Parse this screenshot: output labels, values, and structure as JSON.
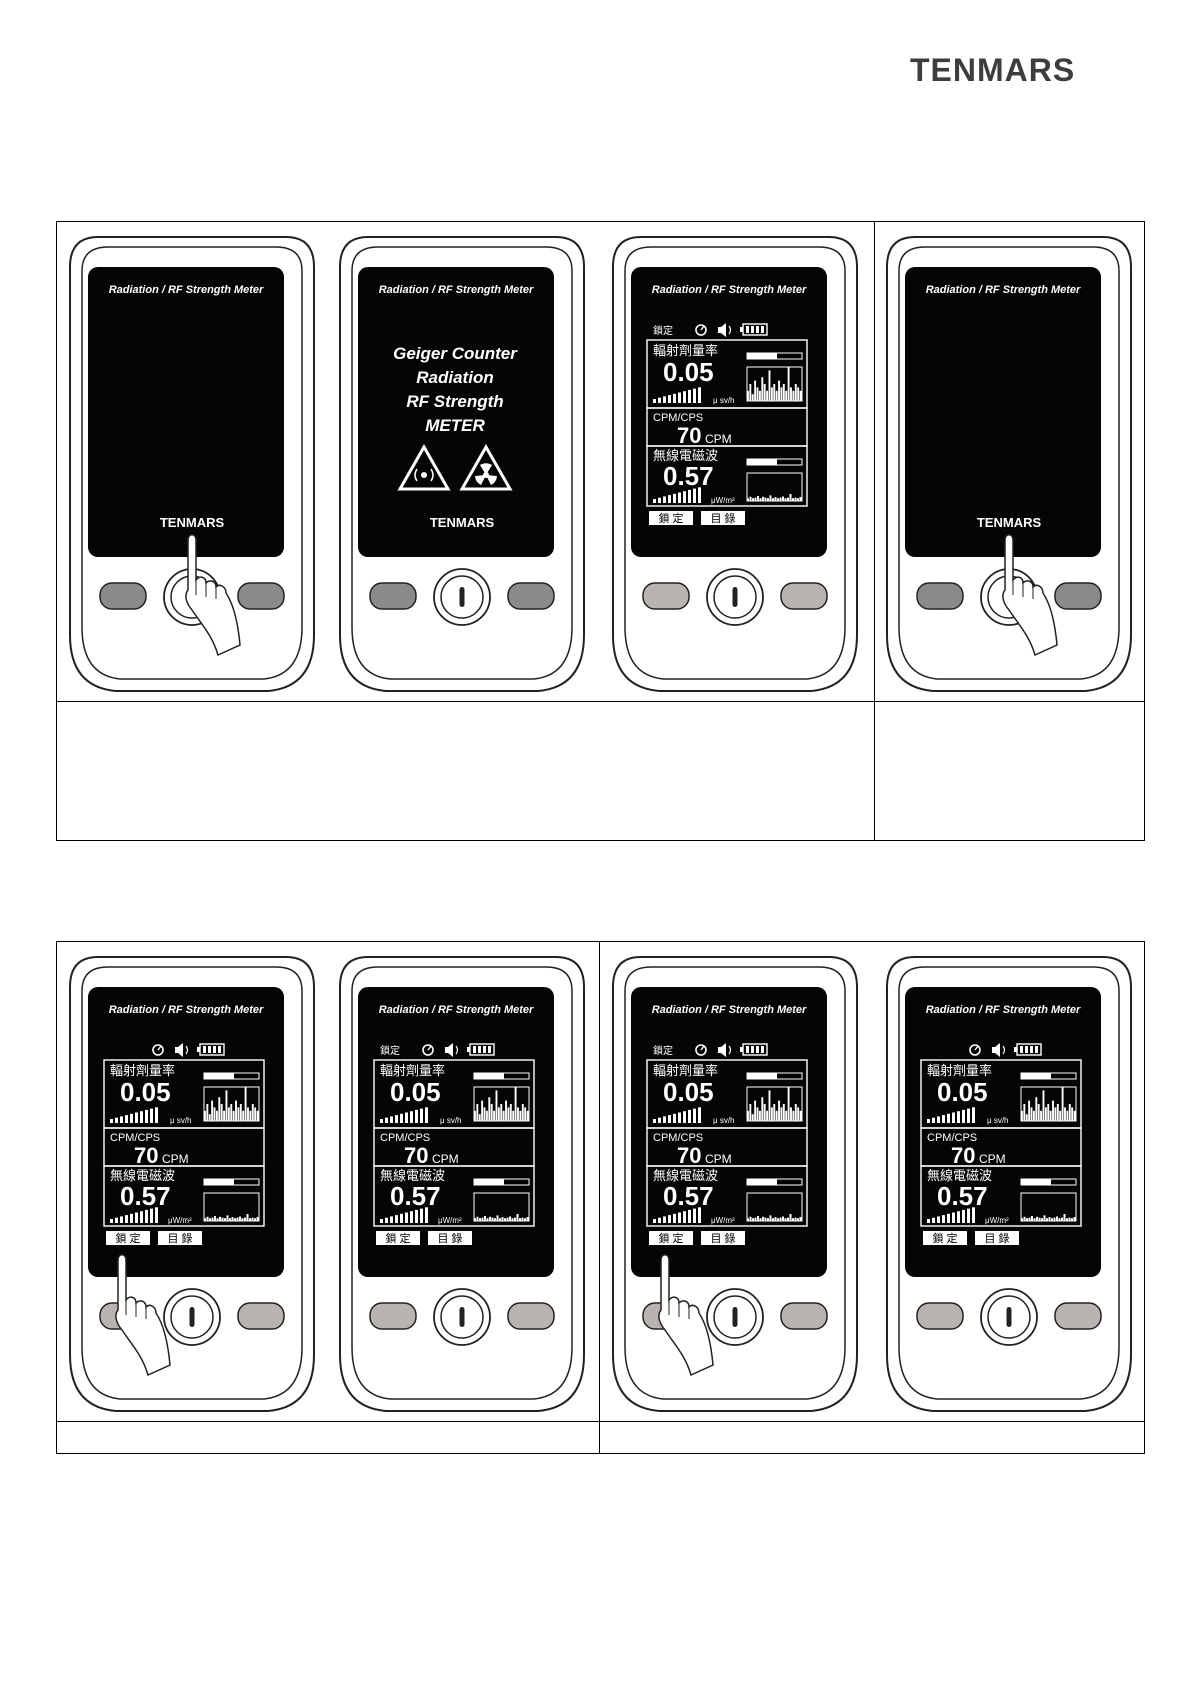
{
  "brand": "TENMARS",
  "screen_header": "Radiation / RF Strength Meter",
  "splash": {
    "line1": "Geiger Counter",
    "line2": "Radiation",
    "line3": "RF Strength",
    "line4": "METER"
  },
  "status": {
    "lock": "鎖定"
  },
  "panels": {
    "dose": {
      "label": "輻射劑量率",
      "value": "0.05",
      "unit": "μ sv/h"
    },
    "cpm": {
      "label": "CPM/CPS",
      "value": "70",
      "unit": "CPM"
    },
    "rf": {
      "label": "無線電磁波",
      "value": "0.57",
      "unit": "μW/m²"
    }
  },
  "softkeys": {
    "left": "鎖 定",
    "right": "目 錄"
  },
  "icons": [
    "timer-icon",
    "speaker-icon",
    "battery-icon",
    "rf-warning-icon",
    "radiation-warning-icon",
    "hand-pointer-icon"
  ]
}
